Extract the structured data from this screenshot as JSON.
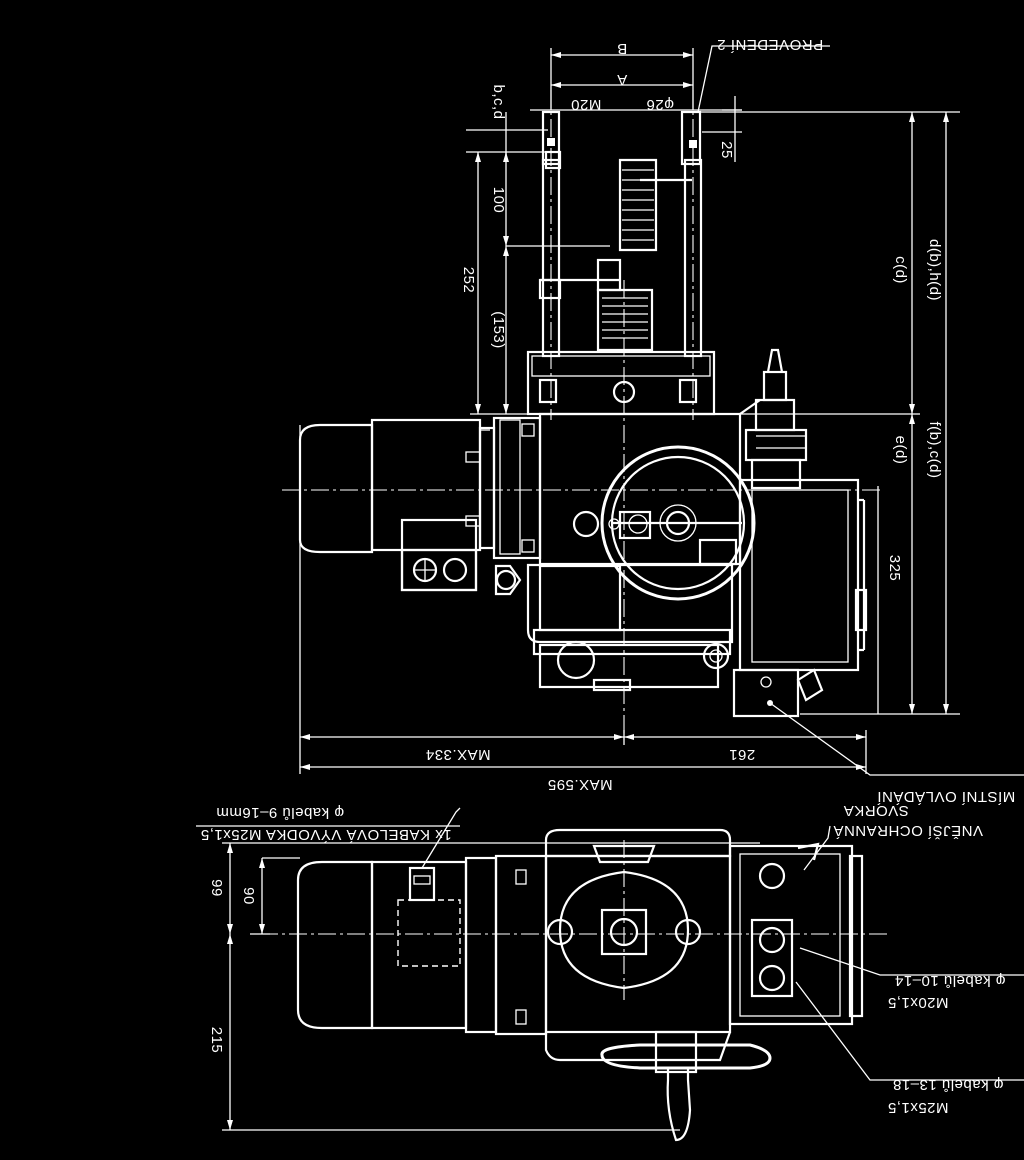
{
  "labels": {
    "provedeni": "PROVEDENÍ 2",
    "dim_b": "B",
    "dim_a": "A",
    "m20": "M20",
    "phi26": "φ26",
    "bcd": "b,c,d",
    "d25": "25",
    "d100": "100",
    "d252": "252",
    "d153": "(153)",
    "cd": "c(d)",
    "dbd": "d(b),h(d)",
    "ed": "e(d)",
    "fbc": "f(b),c(d)",
    "d325": "325",
    "max334": "MAX.334",
    "d261": "261",
    "max595": "MAX.595",
    "mistni": "MÍSTNÍ OVLÁDÁNÍ",
    "svorka": "SVORKA",
    "vnejsi": "VNĚJŠÍ OCHRANNÁ",
    "kab_vyvodka": "1x KABELOVÁ VÝVODKA M25x1,5",
    "kabel_9_16": "φ kabelů 9–16mm",
    "d99": "99",
    "d90": "90",
    "d215": "215",
    "kabel_10_14": "φ kabelů 10–14",
    "m20x15": "M20x1,5",
    "kabel_13_18": "φ kabelů 13–18",
    "m25x15": "M25x1,5"
  }
}
